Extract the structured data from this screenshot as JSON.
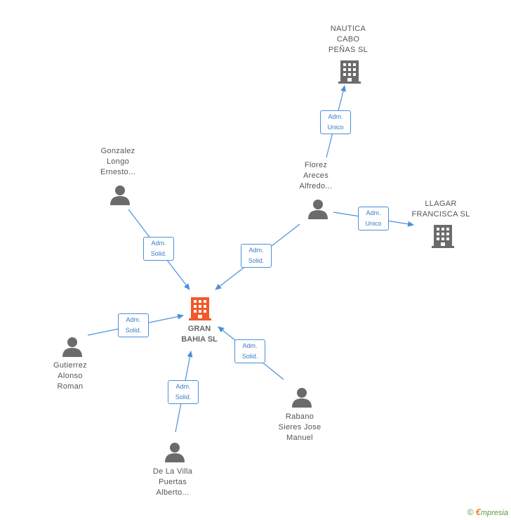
{
  "center": {
    "name_lines": [
      "GRAN",
      "BAHIA SL"
    ],
    "color": "#f0592a"
  },
  "people": [
    {
      "id": "gonzalez",
      "lines": [
        "Gonzalez",
        "Longo",
        "Ernesto..."
      ]
    },
    {
      "id": "florez",
      "lines": [
        "Florez",
        "Areces",
        "Alfredo..."
      ]
    },
    {
      "id": "gutierrez",
      "lines": [
        "Gutierrez",
        "Alonso",
        "Roman"
      ]
    },
    {
      "id": "delavilla",
      "lines": [
        "De La Villa",
        "Puertas",
        "Alberto..."
      ]
    },
    {
      "id": "rabano",
      "lines": [
        "Rabano",
        "Sieres Jose",
        "Manuel"
      ]
    }
  ],
  "companies": [
    {
      "id": "nautica",
      "lines": [
        "NAUTICA",
        "CABO",
        "PEÑAS SL"
      ]
    },
    {
      "id": "llagar",
      "lines": [
        "LLAGAR",
        "FRANCISCA SL"
      ]
    }
  ],
  "edges": [
    {
      "id": "gonzalez-center",
      "lines": [
        "Adm.",
        "Solid."
      ]
    },
    {
      "id": "florez-center",
      "lines": [
        "Adm.",
        "Solid."
      ]
    },
    {
      "id": "gutierrez-center",
      "lines": [
        "Adm.",
        "Solid."
      ]
    },
    {
      "id": "delavilla-center",
      "lines": [
        "Adm.",
        "Solid."
      ]
    },
    {
      "id": "rabano-center",
      "lines": [
        "Adm.",
        "Solid."
      ]
    },
    {
      "id": "florez-nautica",
      "lines": [
        "Adm.",
        "Unico"
      ]
    },
    {
      "id": "florez-llagar",
      "lines": [
        "Adm.",
        "Unico"
      ]
    }
  ],
  "colors": {
    "edge": "#4a90d9",
    "person_icon": "#6b6b6b",
    "company_icon": "#6b6b6b"
  },
  "copyright": {
    "symbol": "©",
    "brand_initial": "€",
    "brand_rest": "mpresia"
  }
}
